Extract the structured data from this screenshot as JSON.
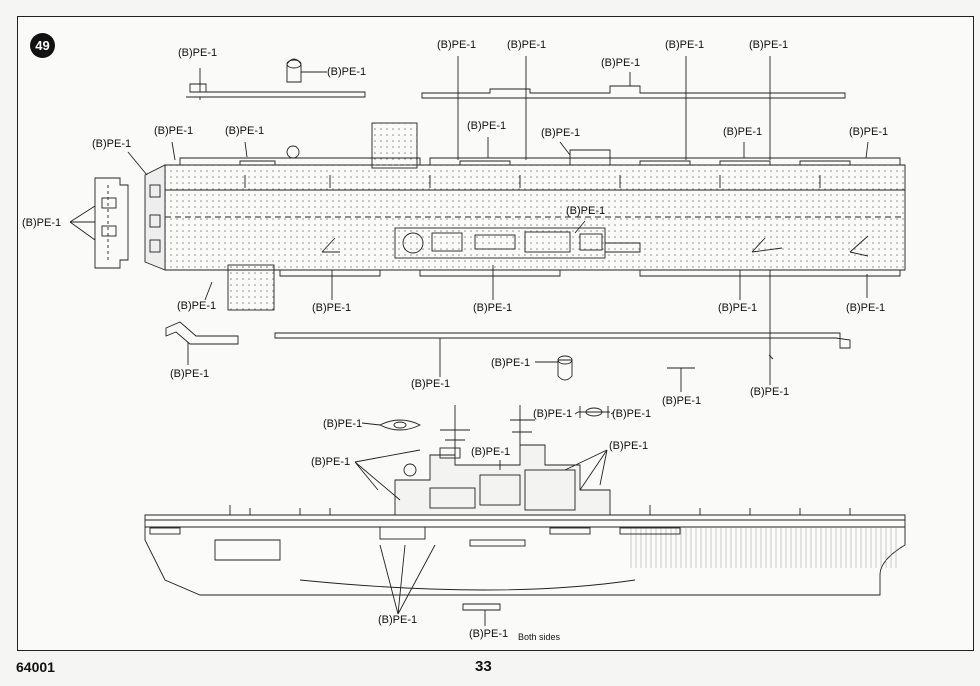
{
  "step": {
    "number": "49"
  },
  "part_label": "(B)PE-1",
  "both_sides_note": "Both sides",
  "footer": {
    "model_number": "64001",
    "page_number": "33"
  },
  "colors": {
    "ink": "#111111",
    "paper": "#fafaf8",
    "deck_dots": "#9a9a9a"
  }
}
